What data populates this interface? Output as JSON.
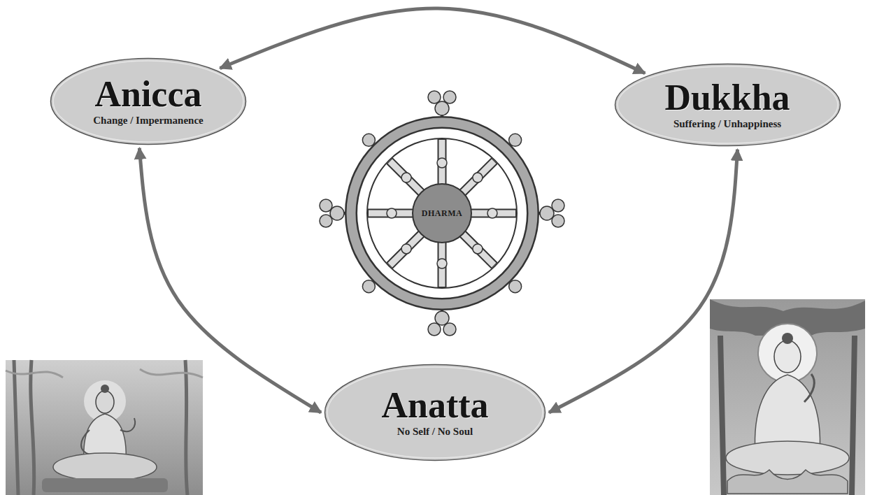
{
  "diagram": {
    "nodes": [
      {
        "text": [
          "Anicca",
          "Change / Impermanence"
        ]
      },
      {
        "text": [
          "Dukkha",
          "Suffering / Unhappiness"
        ]
      },
      {
        "text": [
          "Anatta",
          "No Self / No Soul"
        ]
      }
    ],
    "edges": [
      {
        "from": 0,
        "to": 1,
        "arrow": "both"
      },
      {
        "from": 0,
        "to": 2,
        "arrow": "both"
      },
      {
        "from": 1,
        "to": 2,
        "arrow": "both"
      }
    ],
    "labels": [
      "DHARMA"
    ]
  }
}
